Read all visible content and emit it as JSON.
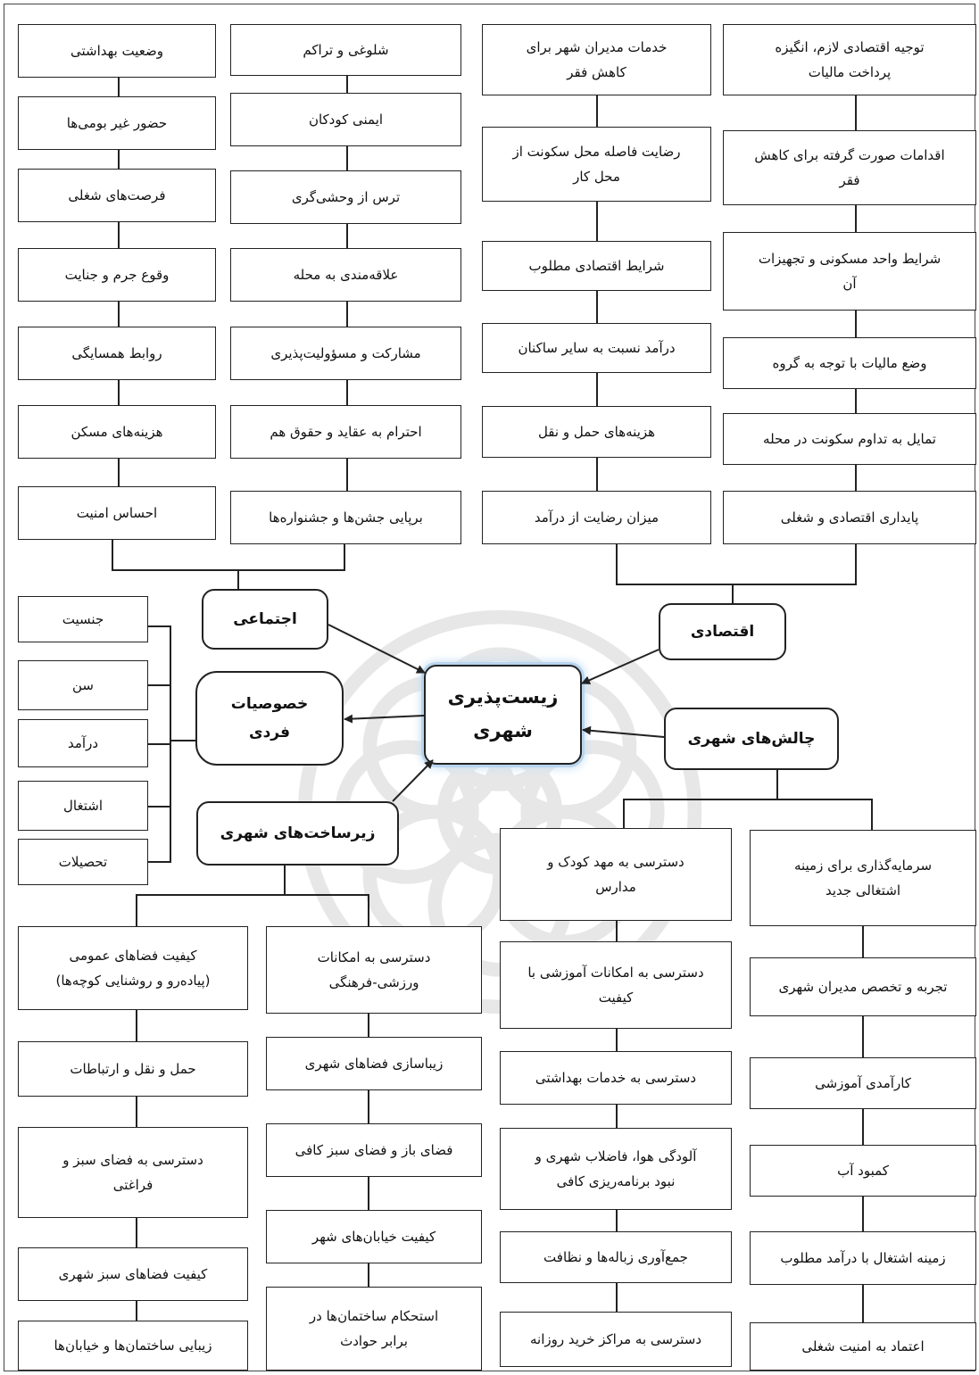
{
  "center": "زیست‌پذیری\nشهری",
  "hubs": {
    "social": "اجتماعی",
    "economic": "اقتصادی",
    "individual": "خصوصیات\nفردی",
    "challenges": "چالش‌های شهری",
    "infrastructure": "زیرساخت‌های شهری"
  },
  "social_col1": [
    "وضعیت بهداشتی",
    "حضور غیر بومی‌ها",
    "فرصت‌های شغلی",
    "وقوع جرم و جنایت",
    "روابط همسایگی",
    "هزینه‌های مسکن",
    "احساس امنیت"
  ],
  "social_col2": [
    "شلوغی و تراکم",
    "ایمنی کودکان",
    "ترس از وحشی‌گری",
    "علاقه‌مندی به محله",
    "مشارکت و مسؤولیت‌پذیری",
    "احترام به عقاید و حقوق هم",
    "برپایی جشن‌ها و جشنواره‌ها"
  ],
  "econ_col1": [
    "خدمات مدیران شهر برای\nکاهش فقر",
    "رضایت فاصله محل سکونت از\nمحل کار",
    "شرایط اقتصادی مطلوب",
    "درآمد نسبت به سایر ساکنان",
    "هزینه‌های حمل و نقل",
    "میزان رضایت از درآمد"
  ],
  "econ_col2": [
    "توجیه اقتصادی لازم، انگیزه\nپرداخت مالیات",
    "اقدامات صورت گرفته برای کاهش\nفقر",
    "شرایط واحد مسکونی و تجهیزات\nآن",
    "وضع مالیات با توجه به گروه",
    "تمایل به تداوم سکونت در محله",
    "پایداری اقتصادی و شغلی"
  ],
  "individual_items": [
    "جنسیت",
    "سن",
    "درآمد",
    "اشتغال",
    "تحصیلات"
  ],
  "infra_col1": [
    "کیفیت فضاهای عمومی\n(پیاده‌رو و روشنایی کوچه‌ها)",
    "حمل و نقل و ارتباطات",
    "دسترسی به فضای سبز و\nفراغتی",
    "کیفیت فضاهای سبز شهری",
    "زیبایی ساختمان‌ها و خیابان‌ها"
  ],
  "infra_col2": [
    "دسترسی به امکانات\nورزشی-فرهنگی",
    "زیباسازی فضاهای شهری",
    "فضای باز و فضای سبز کافی",
    "کیفیت خیابان‌های شهر",
    "استحکام ساختمان‌ها در\nبرابر حوادث"
  ],
  "challenge_col1": [
    "دسترسی به مهد کودک و\nمدارس",
    "دسترسی به امکانات آموزشی با\nکیفیت",
    "دسترسی به خدمات بهداشتی",
    "آلودگی هوا، فاضلاب شهری و\nنبود برنامه‌ریزی کافی",
    "جمع‌آوری زباله‌ها و نظافت",
    "دسترسی به مراکز خرید روزانه"
  ],
  "challenge_col2": [
    "سرمایه‌گذاری برای زمینه\nاشتغالی جدید",
    "تجربه و تخصص مدیران شهری",
    "کارآمدی آموزشی",
    "کمبود آب",
    "زمینه اشتغال با درآمد مطلوب",
    "اعتماد به امنیت شغلی"
  ]
}
